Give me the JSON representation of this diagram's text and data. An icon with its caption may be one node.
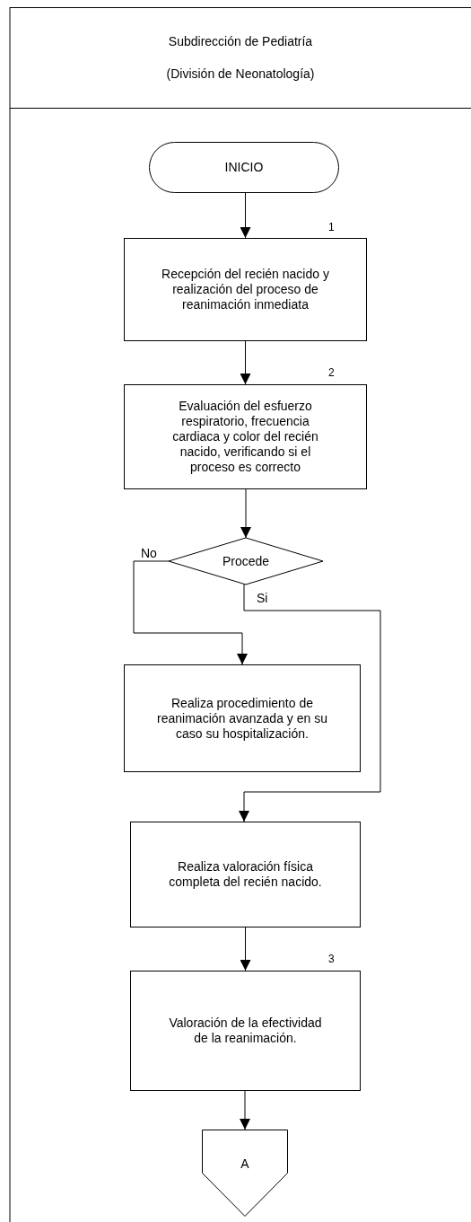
{
  "diagram": {
    "nodes": [
      {
        "text": [
          "Subdirección de Pediatría",
          "(División de Neonatología)"
        ]
      },
      {
        "text": [
          "INICIO"
        ]
      },
      {
        "text": [
          "Recepción del recién nacido y realización del proceso de reanimación inmediata"
        ],
        "beside": [
          "1"
        ]
      },
      {
        "text": [
          "Evaluación del esfuerzo respiratorio, frecuencia cardiaca y color del recién nacido, verificando si el proceso es correcto"
        ],
        "beside": [
          "2"
        ]
      },
      {
        "text": [
          "Procede"
        ]
      },
      {
        "text": [
          "Realiza procedimiento de reanimación avanzada y en su caso su hospitalización."
        ]
      },
      {
        "text": [
          "Realiza valoración física completa del recién nacido."
        ]
      },
      {
        "text": [
          "Valoración de la efectividad de la reanimación."
        ],
        "beside": [
          "3"
        ]
      },
      {
        "text": [
          "A"
        ]
      }
    ],
    "edges": [
      {
        "from": 1,
        "to": 2,
        "arrow": "to"
      },
      {
        "from": 2,
        "to": 3,
        "arrow": "to"
      },
      {
        "from": 3,
        "to": 4,
        "arrow": "to"
      },
      {
        "from": 4,
        "to": 5,
        "arrow": "to",
        "label": "No"
      },
      {
        "from": 4,
        "to": 6,
        "arrow": "to",
        "label": "Si"
      },
      {
        "from": 6,
        "to": 7,
        "arrow": "to"
      },
      {
        "from": 7,
        "to": 8,
        "arrow": "to"
      }
    ]
  }
}
